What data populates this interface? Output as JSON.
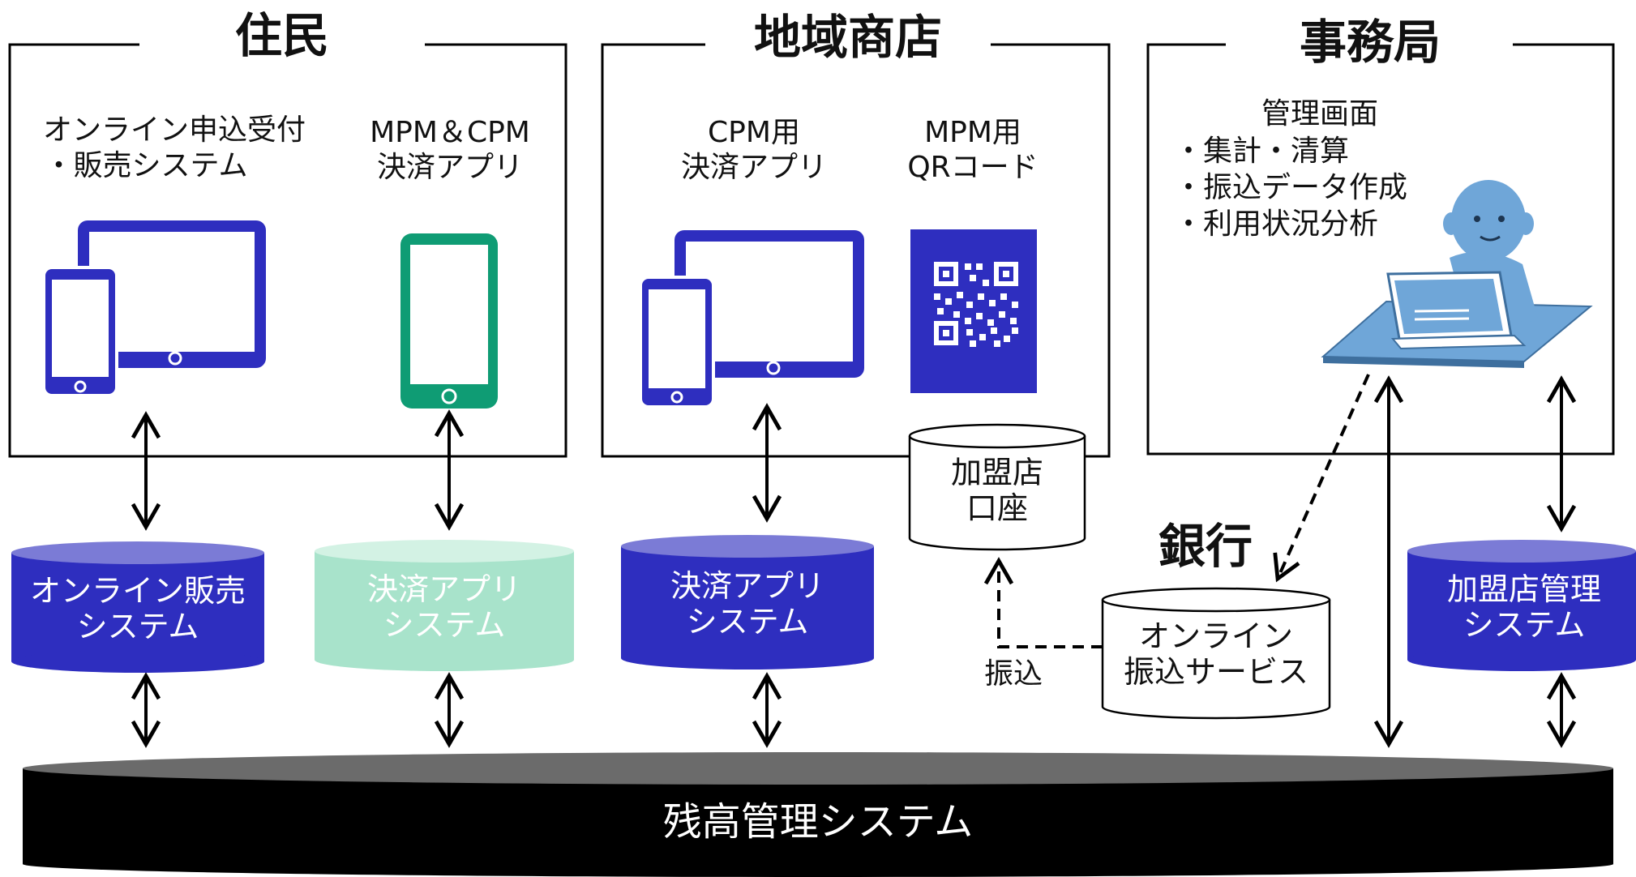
{
  "sections": {
    "residents": {
      "title": "住民",
      "col1": [
        "オンライン申込受付",
        "・販売システム"
      ],
      "col2": [
        "MPM＆CPM",
        "決済アプリ"
      ]
    },
    "merchants": {
      "title": "地域商店",
      "col1": [
        "CPM用",
        "決済アプリ"
      ],
      "col2": [
        "MPM用",
        "QRコード"
      ]
    },
    "office": {
      "title": "事務局",
      "heading": "管理画面",
      "items": [
        "・集計・清算",
        "・振込データ作成",
        "・利用状況分析"
      ]
    }
  },
  "bank_label": "銀行",
  "transfer_label": "振込",
  "cylinders": {
    "online_sales": [
      "オンライン販売",
      "システム"
    ],
    "payment_app_light": [
      "決済アプリ",
      "システム"
    ],
    "payment_app": [
      "決済アプリ",
      "システム"
    ],
    "merchant_account": [
      "加盟店",
      "口座"
    ],
    "online_transfer": [
      "オンライン",
      "振込サービス"
    ],
    "merchant_mgmt": [
      "加盟店管理",
      "システム"
    ]
  },
  "balance_system": "残高管理システム",
  "colors": {
    "device_blue": "#2e2ebf",
    "device_green": "#0f9c74",
    "cyl_blue": "#2e2ebf",
    "cyl_blue_top": "#7b7bd6",
    "cyl_light": "#a8e3cb",
    "cyl_light_top": "#d3f2e4",
    "person_blue": "#6fa6d8",
    "balance_black": "#000000",
    "balance_top": "#6b6b6b"
  },
  "icons": [
    "tablet-phone-icon",
    "phone-icon",
    "qr-code-icon",
    "office-worker-icon"
  ]
}
